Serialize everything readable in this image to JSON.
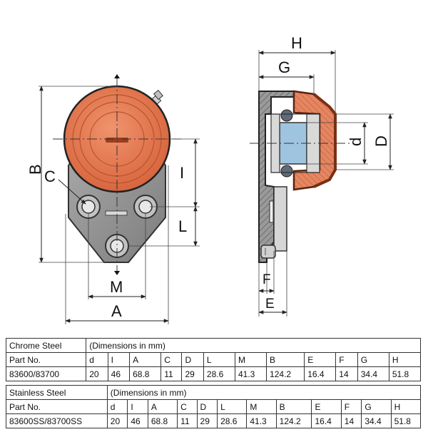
{
  "drawing": {
    "front_labels": {
      "B": "B",
      "C": "C",
      "I": "I",
      "L": "L",
      "M": "M",
      "A": "A"
    },
    "side_labels": {
      "H": "H",
      "G": "G",
      "d": "d",
      "D": "D",
      "F": "F",
      "E": "E"
    },
    "colors": {
      "housing": "#e07a55",
      "housing_dark": "#b8552f",
      "body": "#8c8c8c",
      "body_light": "#b5b5b5",
      "bearing": "#8fb6d6",
      "line": "#222222"
    }
  },
  "tables": [
    {
      "material": "Chrome Steel",
      "units": "(Dimensions in mm)",
      "headers": [
        "Part No.",
        "d",
        "I",
        "A",
        "C",
        "D",
        "L",
        "M",
        "B",
        "E",
        "F",
        "G",
        "H"
      ],
      "row": [
        "83600/83700",
        "20",
        "46",
        "68.8",
        "11",
        "29",
        "28.6",
        "41.3",
        "124.2",
        "16.4",
        "14",
        "34.4",
        "51.8"
      ]
    },
    {
      "material": "Stainless Steel",
      "units": "(Dimensions in mm)",
      "headers": [
        "Part No.",
        "d",
        "I",
        "A",
        "C",
        "D",
        "L",
        "M",
        "B",
        "E",
        "F",
        "G",
        "H"
      ],
      "row": [
        "83600SS/83700SS",
        "20",
        "46",
        "68.8",
        "11",
        "29",
        "28.6",
        "41.3",
        "124.2",
        "16.4",
        "14",
        "34.4",
        "51.8"
      ]
    }
  ]
}
